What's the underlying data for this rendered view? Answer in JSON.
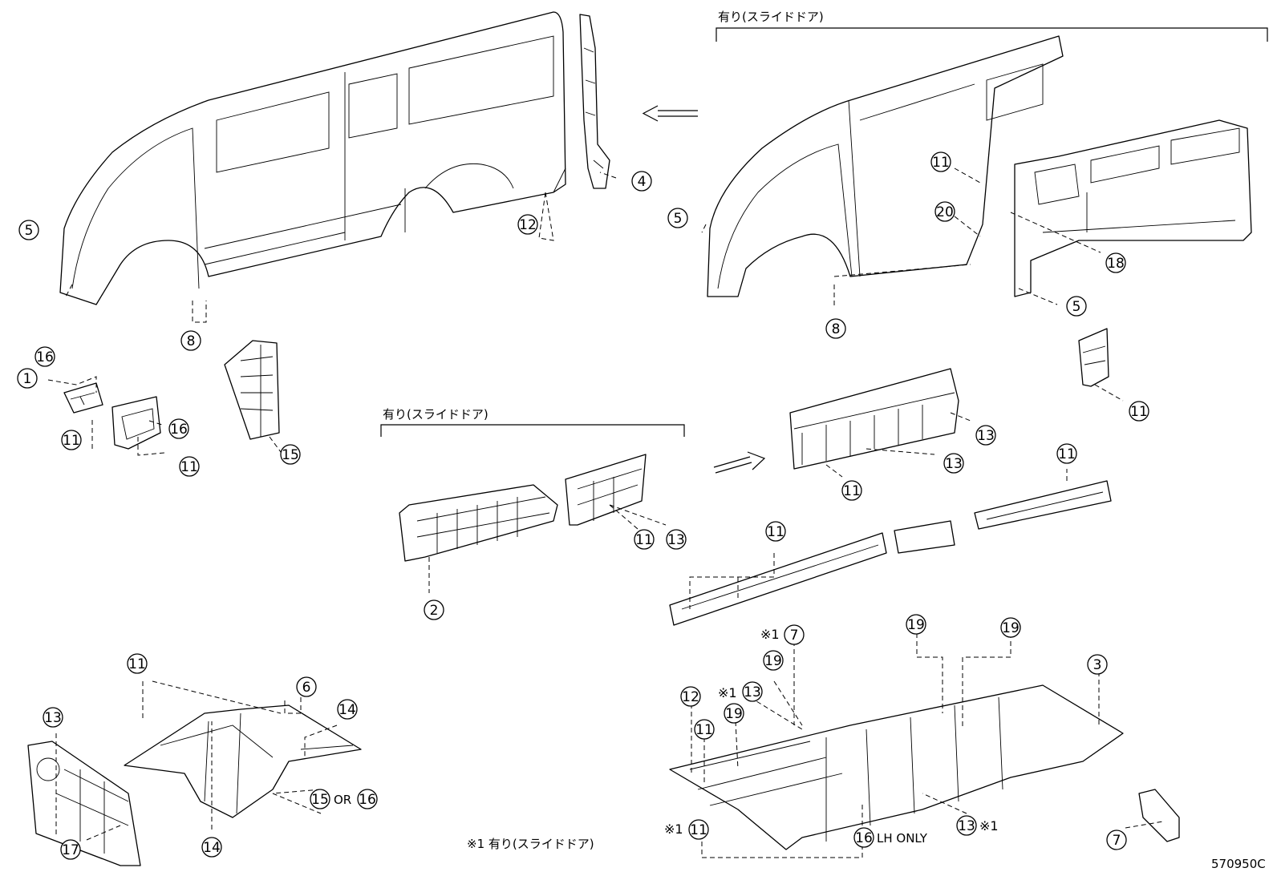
{
  "diagram_code": "570950C",
  "notes": {
    "slide_door_label": "有り(スライドドア)",
    "footnote": "※1 有り(スライドドア)",
    "asterisk_mark": "※1",
    "lh_only": "LH ONLY",
    "or_text": "OR"
  },
  "callouts": {
    "c1": "1",
    "c2": "2",
    "c3": "3",
    "c4": "4",
    "c5": "5",
    "c6": "6",
    "c7": "7",
    "c8": "8",
    "c11": "11",
    "c12": "12",
    "c13": "13",
    "c14": "14",
    "c15": "15",
    "c16": "16",
    "c17": "17",
    "c18": "18",
    "c19": "19",
    "c20": "20"
  }
}
